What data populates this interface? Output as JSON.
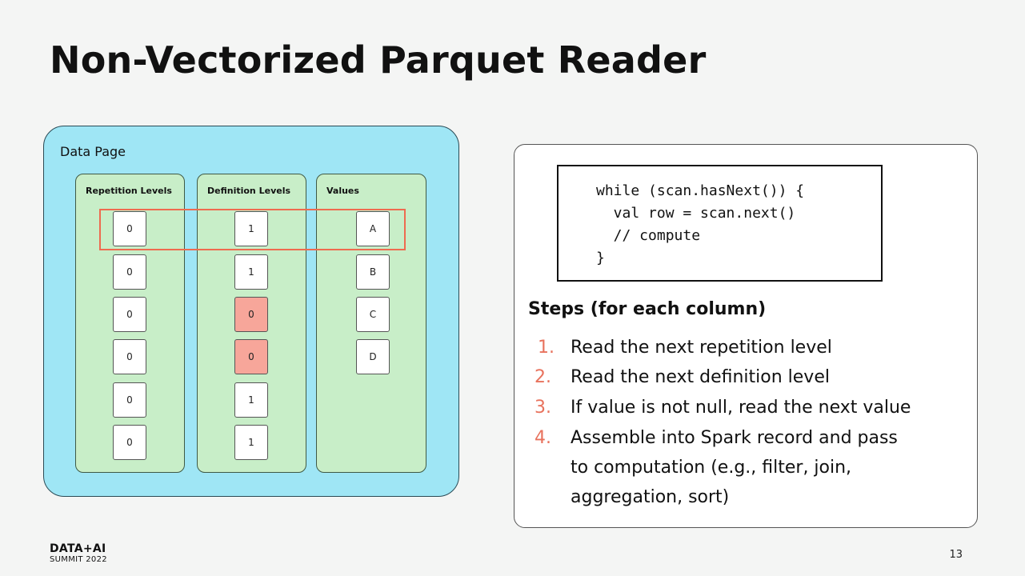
{
  "slide": {
    "title": "Non-Vectorized Parquet Reader",
    "page_number": "13"
  },
  "diagram": {
    "label": "Data Page",
    "columns": [
      {
        "label": "Repetition Levels",
        "cells": [
          "0",
          "0",
          "0",
          "0",
          "0",
          "0"
        ]
      },
      {
        "label": "Definition Levels",
        "cells": [
          "1",
          "1",
          "0",
          "0",
          "1",
          "1"
        ]
      },
      {
        "label": "Values",
        "cells": [
          "A",
          "B",
          "C",
          "D"
        ]
      }
    ],
    "null_highlight_color": "#f7a69a",
    "row_highlight_color": "#ee6b50",
    "page_color": "#9fe6f5",
    "column_color": "#c8eec8"
  },
  "code": {
    "lines": [
      "while (scan.hasNext()) {",
      "  val row = scan.next()",
      "  // compute",
      "}"
    ]
  },
  "steps": {
    "heading": "Steps (for each column)",
    "items": [
      {
        "num": "1.",
        "lines": [
          "Read the next repetition level"
        ]
      },
      {
        "num": "2.",
        "lines": [
          "Read the next definition level"
        ]
      },
      {
        "num": "3.",
        "lines": [
          "If value is not null, read the next value"
        ]
      },
      {
        "num": "4.",
        "lines": [
          "Assemble into Spark record and pass",
          "to computation (e.g., filter, join,",
          "aggregation, sort)"
        ]
      }
    ],
    "number_color": "#e8725d"
  },
  "footer": {
    "logo_main": "DATA+AI",
    "logo_sub": "SUMMIT 2022"
  }
}
